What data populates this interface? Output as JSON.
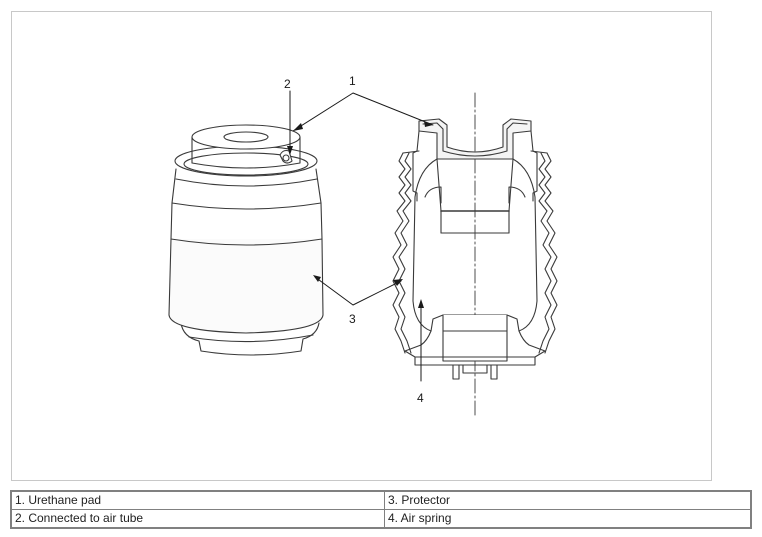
{
  "diagram": {
    "callouts": [
      "1",
      "2",
      "3",
      "4"
    ]
  },
  "legend": {
    "rows": [
      {
        "left": "1. Urethane pad",
        "right": "3. Protector"
      },
      {
        "left": "2. Connected to air tube",
        "right": "4. Air spring"
      }
    ]
  }
}
